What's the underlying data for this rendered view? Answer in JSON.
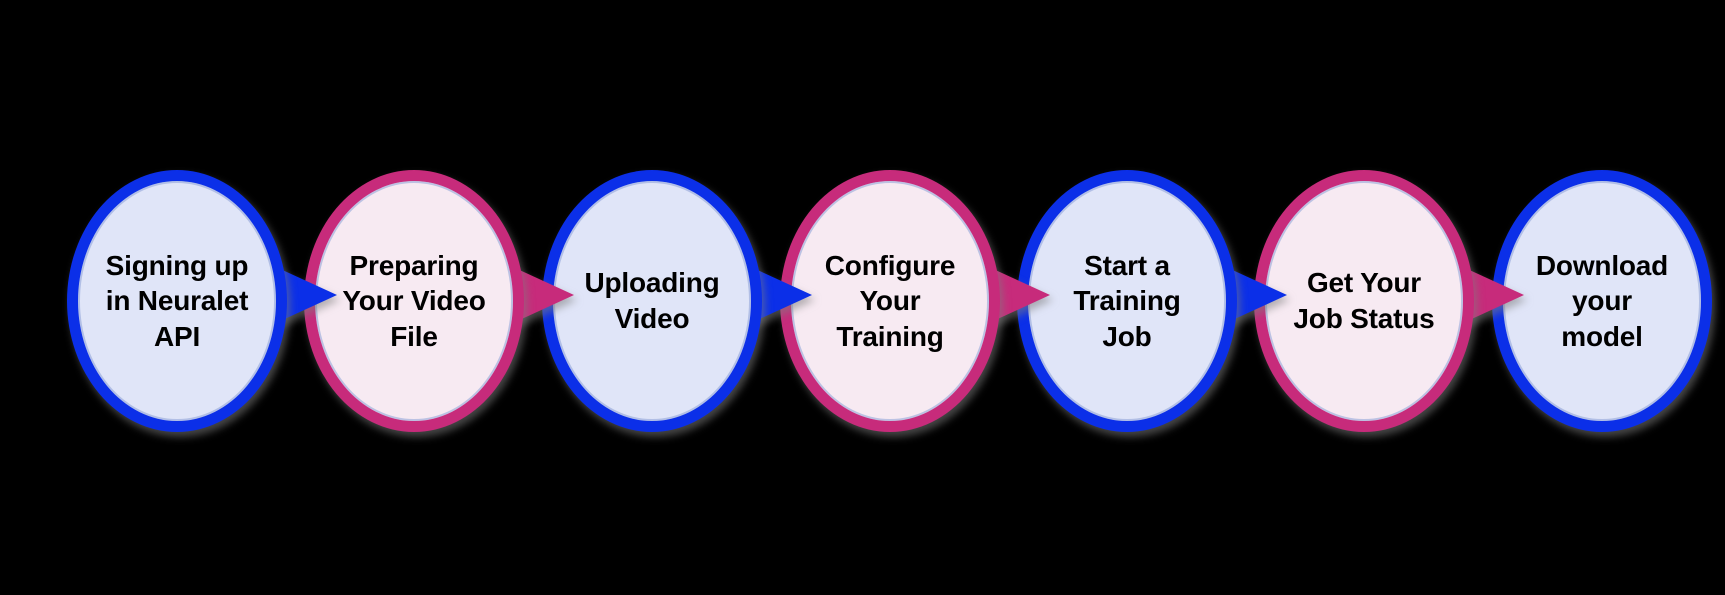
{
  "figure": {
    "type": "process-flow",
    "background_color": "#000000",
    "direction": "left-to-right",
    "palette": {
      "blue_border": "#0B2FE8",
      "blue_fill": "#E0E5F8",
      "pink_border": "#C72B7B",
      "pink_fill": "#F7EAF2",
      "text_color": "#000000"
    },
    "steps": [
      {
        "index": 1,
        "label": "Signing up\nin Neuralet\nAPI",
        "scheme": "blue",
        "border_color": "#0B2FE8",
        "fill_color": "#E0E5F8",
        "has_arrow": true
      },
      {
        "index": 2,
        "label": "Preparing\nYour Video\nFile",
        "scheme": "pink",
        "border_color": "#C72B7B",
        "fill_color": "#F7EAF2",
        "has_arrow": true
      },
      {
        "index": 3,
        "label": "Uploading\nVideo",
        "scheme": "blue",
        "border_color": "#0B2FE8",
        "fill_color": "#E0E5F8",
        "has_arrow": true
      },
      {
        "index": 4,
        "label": "Configure\nYour\nTraining",
        "scheme": "pink",
        "border_color": "#C72B7B",
        "fill_color": "#F7EAF2",
        "has_arrow": true
      },
      {
        "index": 5,
        "label": "Start a\nTraining\nJob",
        "scheme": "blue",
        "border_color": "#0B2FE8",
        "fill_color": "#E0E5F8",
        "has_arrow": true
      },
      {
        "index": 6,
        "label": "Get Your\nJob Status",
        "scheme": "pink",
        "border_color": "#C72B7B",
        "fill_color": "#F7EAF2",
        "has_arrow": true
      },
      {
        "index": 7,
        "label": "Download\nyour\nmodel",
        "scheme": "blue",
        "border_color": "#0B2FE8",
        "fill_color": "#E0E5F8",
        "has_arrow": false
      }
    ]
  }
}
